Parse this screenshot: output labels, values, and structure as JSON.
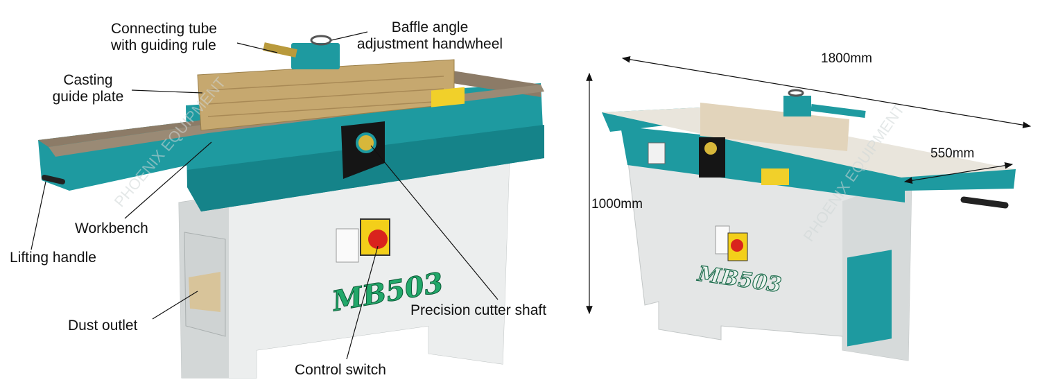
{
  "left_labels": {
    "connecting_tube": [
      "Connecting tube",
      "with guiding rule"
    ],
    "baffle_handwheel": [
      "Baffle angle",
      "adjustment handwheel"
    ],
    "casting_plate": [
      "Casting",
      "guide plate"
    ],
    "workbench": "Workbench",
    "lifting_handle": "Lifting handle",
    "dust_outlet": "Dust outlet",
    "precision_shaft": "Precision cutter shaft",
    "control_switch": "Control switch"
  },
  "machine_model": "MB503",
  "watermark": "PHOENIX EQUIPMENT",
  "dimensions": {
    "length": "1800mm",
    "width": "550mm",
    "height": "1000mm"
  },
  "colors": {
    "machine_green": "#1e9aa0",
    "machine_green_dark": "#14757a",
    "body_gray": "#e4e6e6",
    "table_top": "#8a7a66",
    "wood_fence": "#c6a86f",
    "switch_red": "#d9231d",
    "switch_yellow": "#f3cf1a",
    "model_text": "#22a86a"
  }
}
